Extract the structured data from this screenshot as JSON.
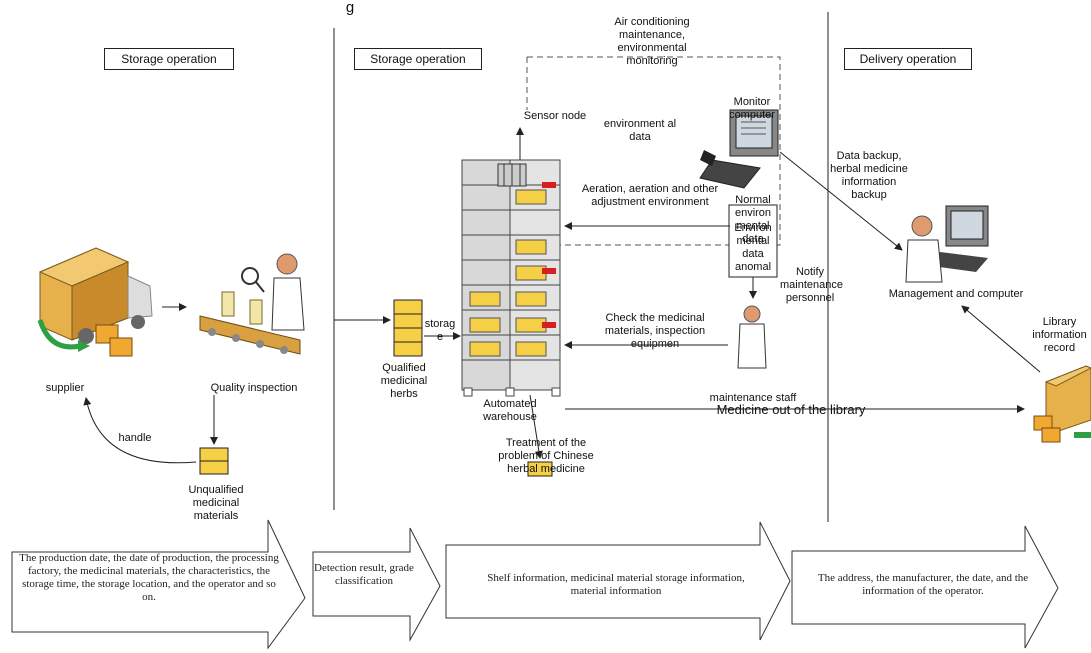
{
  "header": {
    "fragment": "g"
  },
  "sections": {
    "storage_left": "Storage operation",
    "storage_mid": "Storage operation",
    "delivery": "Delivery operation"
  },
  "labels": {
    "supplier": "supplier",
    "quality_inspection": "Quality inspection",
    "handle": "handle",
    "unqualified": "Unqualified medicinal materials",
    "qualified": "Qualified medicinal herbs",
    "storage": "storag e",
    "automated_warehouse": "Automated warehouse",
    "treatment": "Treatment of the problem of Chinese herbal medicine",
    "sensor_node": "Sensor node",
    "air_conditioning": "Air conditioning maintenance, environmental monitoring",
    "environmental_data": "environment al data",
    "monitor_computer": "Monitor computer",
    "aeration": "Aeration, aeration and other adjustment environment",
    "normal_env": "Normal environ mental data",
    "env_anomal": "Environ mental data anomal",
    "notify": "Notify maintenance personnel",
    "check": "Check the medicinal materials, inspection equipmen",
    "maintenance_staff": "maintenance staff",
    "medicine_out": "Medicine out of the library",
    "data_backup": "Data backup, herbal medicine information backup",
    "management": "Management and computer",
    "library_record": "Library information record"
  },
  "arrows": {
    "a1": "The production date, the date of production, the processing factory, the medicinal materials, the characteristics, the storage time, the storage location, and the operator and so on.",
    "a2": "Detection result, grade classification",
    "a3": "Shelf information, medicinal material storage information, material information",
    "a4": "The address, the manufacturer, the date, and the information of the operator."
  },
  "colors": {
    "box_yellow": "#f5cf45",
    "truck_box": "#e0a23a",
    "rack_gray": "#d8d8d8",
    "red_tag": "#d62020",
    "green_arrow": "#2ea043",
    "line": "#222222"
  }
}
